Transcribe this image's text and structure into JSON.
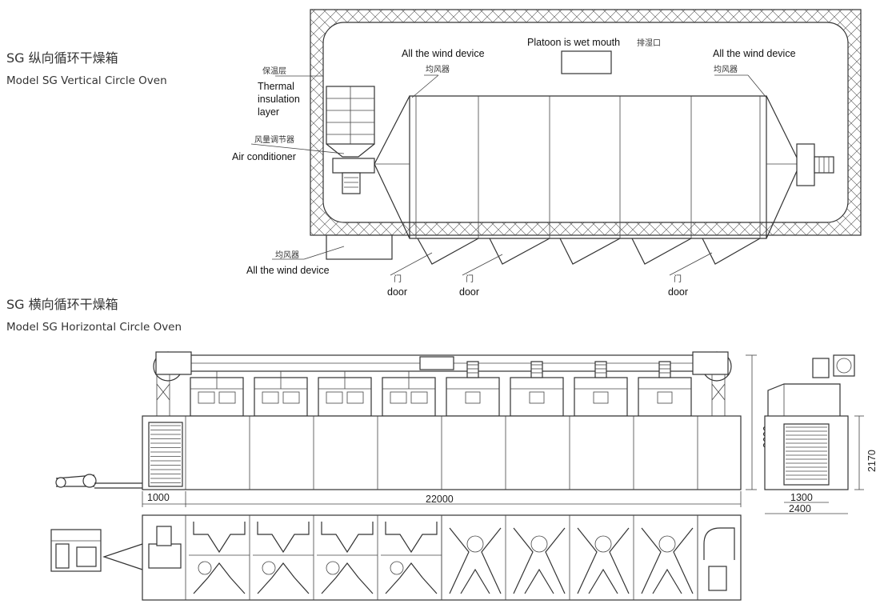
{
  "vertical_oven": {
    "title_zh": "SG 纵向循环干燥箱",
    "title_en": "Model SG Vertical Circle Oven",
    "labels": {
      "insulation_zh": "保温层",
      "insulation_en_1": "Thermal",
      "insulation_en_2": "insulation",
      "insulation_en_3": "layer",
      "air_zh": "风量调节器",
      "air_en": "Air conditioner",
      "wind_zh": "均风器",
      "wind_en": "All the wind device",
      "wet_en": "Platoon is wet mouth",
      "wet_zh": "排湿口",
      "door_zh": "门",
      "door_en": "door"
    }
  },
  "horizontal_oven": {
    "title_zh": "SG 横向循环干燥箱",
    "title_en": "Model SG Horizontal Circle Oven",
    "dimensions": {
      "total_length": "22000",
      "section_length": "1000",
      "height": "3600",
      "side_height": "2170",
      "side_inner_width": "1300",
      "side_width": "2400"
    }
  }
}
